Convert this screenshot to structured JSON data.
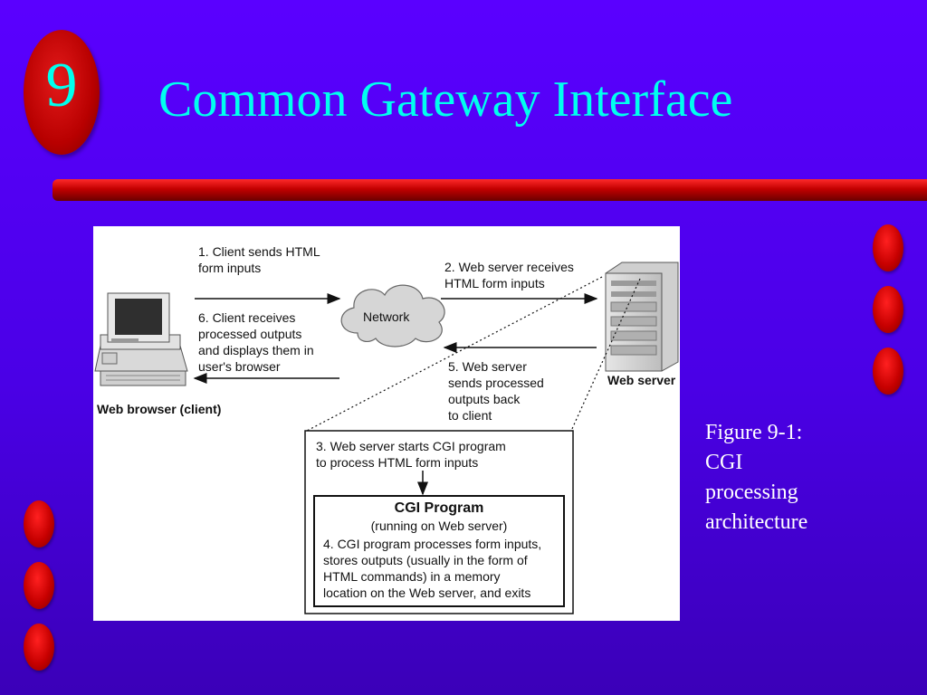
{
  "slide": {
    "chapter_number": "9",
    "title": "Common Gateway Interface"
  },
  "diagram": {
    "step1": "1.  Client sends HTML\n     form inputs",
    "step2": "2.  Web server receives\n     HTML form inputs",
    "step3": "3.  Web server starts CGI program\n     to process HTML form inputs",
    "step4": "4.  CGI program processes form inputs,\n     stores outputs (usually in the form of\n     HTML commands) in a memory\n     location on the Web server, and exits",
    "step5": "5.  Web server\n     sends processed\n     outputs back\n     to client",
    "step6": "6.  Client receives\n     processed outputs\n     and displays them in\n     user's browser",
    "network_label": "Network",
    "client_label": "Web browser (client)",
    "server_label": "Web server",
    "cgi_title": "CGI Program",
    "cgi_subtitle": "(running on Web server)"
  },
  "caption": {
    "lines": [
      "Figure 9-1:",
      "CGI",
      "processing",
      "architecture"
    ]
  },
  "colors": {
    "background": "#5000f0",
    "title_text": "#00ffee",
    "accent_red": "#c70000",
    "caption_text": "#ffffff"
  }
}
